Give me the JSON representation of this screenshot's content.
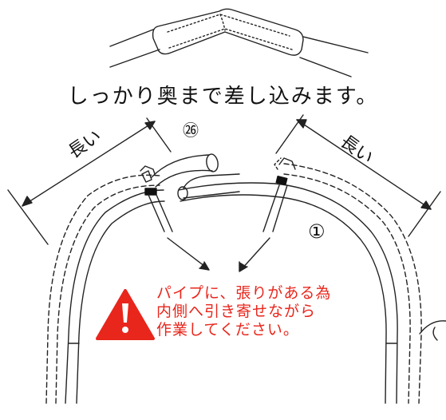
{
  "instruction": "しっかり奥まで差し込みます。",
  "length_label_left": "長い",
  "length_label_right": "長い",
  "part_26": "㉖",
  "part_1": "①",
  "warning_lines": [
    "パイプに、張りがある為",
    "内側へ引き寄せながら",
    "作業してください。"
  ],
  "colors": {
    "warning": "#e8261c",
    "line": "#222222",
    "tape": "#111111"
  },
  "icons": {
    "warning": "warning-triangle-icon"
  }
}
